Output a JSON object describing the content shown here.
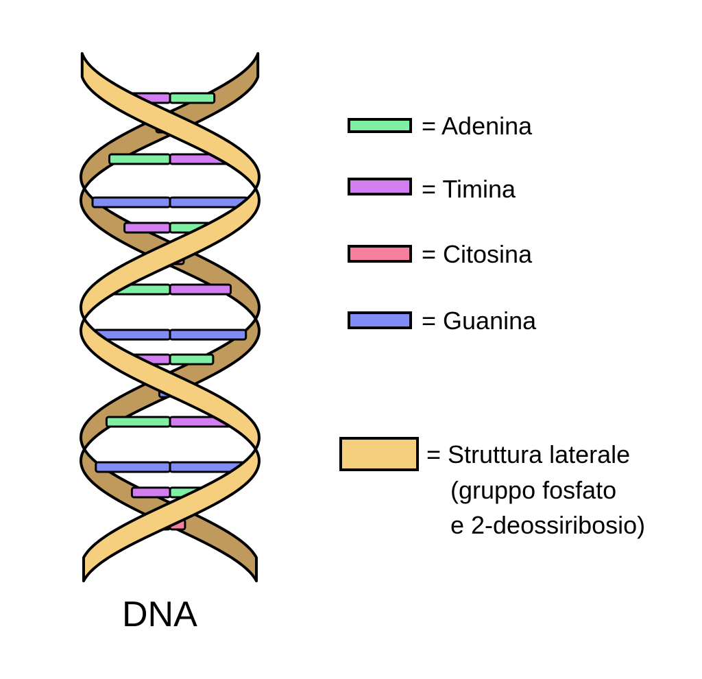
{
  "colors": {
    "adenina": "#7ff0a3",
    "timina": "#d27df0",
    "citosina": "#f57f9c",
    "guanina": "#7f8df5",
    "backbone_front": "#f5cf7d",
    "backbone_back": "#bf9a5c",
    "outline": "#000000"
  },
  "legend": {
    "adenina": "= Adenina",
    "timina": "= Timina",
    "citosina": "= Citosina",
    "guanina": "= Guanina",
    "backbone_line1": "= Struttura laterale",
    "backbone_line2": "(gruppo fosfato",
    "backbone_line3": "e 2-deossiribosio)"
  },
  "caption": "DNA",
  "base_pair_rows": [
    {
      "left": "timina",
      "right": "adenina"
    },
    {
      "left": "guanina",
      "right": "citosina"
    },
    {
      "left": "adenina",
      "right": "timina"
    },
    {
      "left": "guanina",
      "right": "guanina"
    },
    {
      "left": "timina",
      "right": "adenina"
    },
    {
      "left": "guanina",
      "right": "citosina"
    },
    {
      "left": "adenina",
      "right": "timina"
    },
    {
      "left": "guanina",
      "right": "guanina"
    },
    {
      "left": "timina",
      "right": "adenina"
    },
    {
      "left": "guanina",
      "right": "citosina"
    },
    {
      "left": "adenina",
      "right": "timina"
    },
    {
      "left": "guanina",
      "right": "guanina"
    },
    {
      "left": "timina",
      "right": "adenina"
    },
    {
      "left": "guanina",
      "right": "citosina"
    }
  ]
}
